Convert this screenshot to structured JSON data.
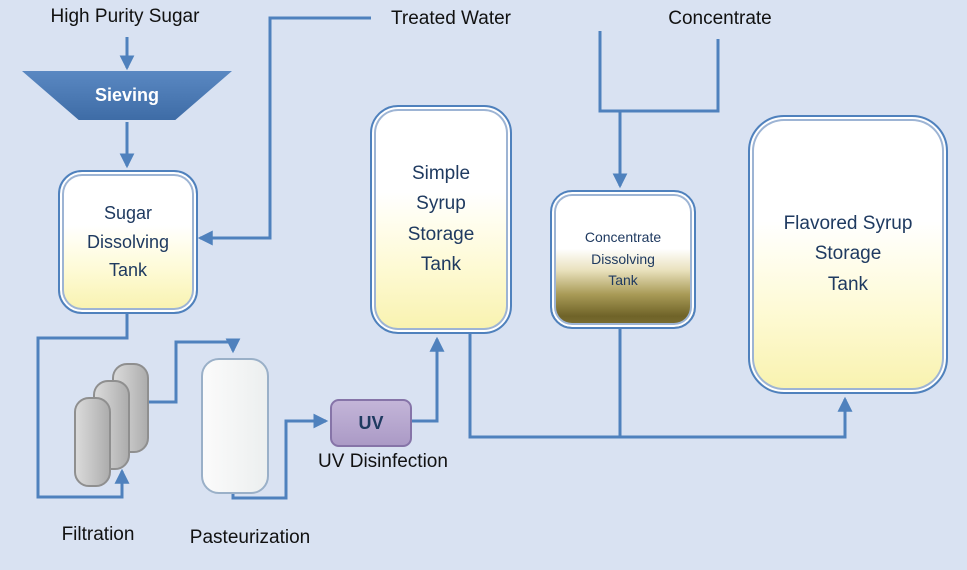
{
  "colors": {
    "background": "#d9e2f2",
    "connector": "#4f81bd",
    "tank_border": "#4f81bd",
    "tank_fill_top": "#ffffff",
    "tank_fill_bottom": "#f8f2ae",
    "sieving_fill": "#4a7ebb",
    "concentrate_fill_bottom": "#6f6328",
    "uv_fill": "#b5a6cf",
    "uv_border": "#8674a8",
    "filter_fill": "#c2c2c2",
    "tank_text": "#1f3a60",
    "label_text": "#111111"
  },
  "labels": {
    "high_purity_sugar": "High Purity Sugar",
    "treated_water": "Treated Water",
    "concentrate": "Concentrate",
    "uv_disinfection": "UV Disinfection",
    "filtration": "Filtration",
    "pasteurization": "Pasteurization"
  },
  "nodes": {
    "sieving": {
      "label": "Sieving"
    },
    "sugar_dissolving_tank": {
      "lines": [
        "Sugar",
        "Dissolving",
        "Tank"
      ]
    },
    "simple_syrup_storage_tank": {
      "lines": [
        "Simple",
        "Syrup",
        "Storage",
        "Tank"
      ]
    },
    "concentrate_dissolving_tank": {
      "lines": [
        "Concentrate",
        "Dissolving",
        "Tank"
      ]
    },
    "flavored_syrup_storage_tank": {
      "lines": [
        "Flavored Syrup",
        "Storage",
        "Tank"
      ]
    },
    "uv_unit": {
      "label": "UV"
    }
  },
  "flows": [
    {
      "from": "High Purity Sugar",
      "to": "Sieving"
    },
    {
      "from": "Sieving",
      "to": "Sugar Dissolving Tank"
    },
    {
      "from": "Treated Water",
      "to": "Sugar Dissolving Tank"
    },
    {
      "from": "Treated Water",
      "to": "Concentrate Dissolving Tank"
    },
    {
      "from": "Concentrate",
      "to": "Concentrate Dissolving Tank"
    },
    {
      "from": "Sugar Dissolving Tank",
      "to": "Filtration"
    },
    {
      "from": "Filtration",
      "to": "Pasteurization"
    },
    {
      "from": "Pasteurization",
      "to": "UV Disinfection"
    },
    {
      "from": "UV Disinfection",
      "to": "Simple Syrup Storage Tank"
    },
    {
      "from": "Simple Syrup Storage Tank",
      "to": "Flavored Syrup Storage Tank"
    },
    {
      "from": "Concentrate Dissolving Tank",
      "to": "Flavored Syrup Storage Tank"
    }
  ]
}
